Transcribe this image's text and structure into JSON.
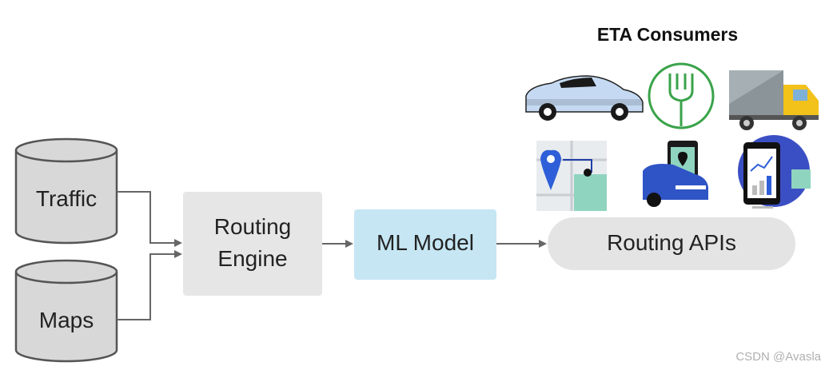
{
  "diagram": {
    "title": "ETA Consumers",
    "nodes": {
      "traffic": "Traffic",
      "maps": "Maps",
      "routing_engine_line1": "Routing",
      "routing_engine_line2": "Engine",
      "ml_model": "ML Model",
      "routing_apis": "Routing APIs"
    },
    "consumer_icons": [
      "car-icon",
      "fork-icon",
      "truck-icon",
      "map-pin-icon",
      "phone-car-icon",
      "phone-chart-icon"
    ]
  },
  "colors": {
    "cylinder_fill": "#d8d8d8",
    "cylinder_stroke": "#555555",
    "engine_fill": "#e6e6e6",
    "ml_fill": "#c6e6f4",
    "api_fill": "#e4e4e4",
    "arrow": "#666666"
  },
  "watermark": "CSDN @Avasla"
}
